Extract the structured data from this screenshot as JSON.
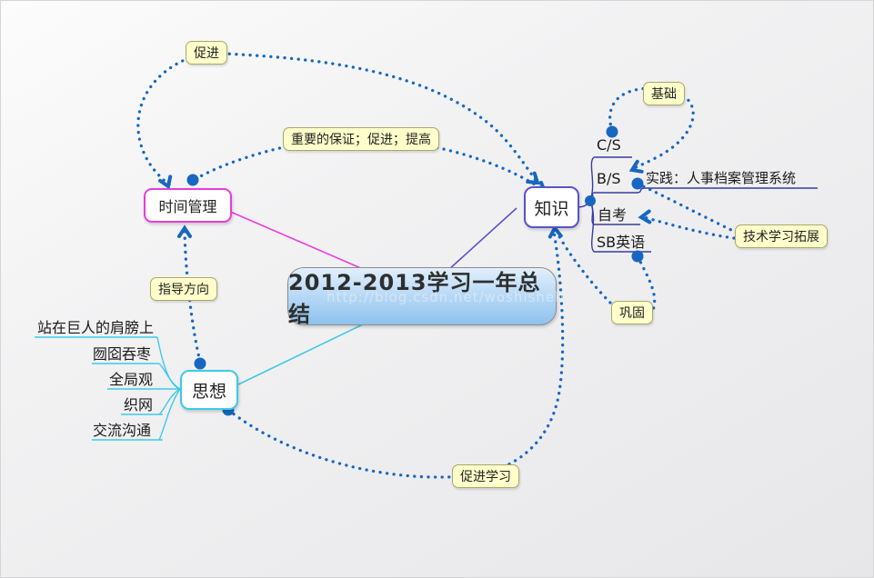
{
  "center": {
    "title": "2012-2013学习一年总结",
    "watermark": "http://blog.csdn.net/woshishehe"
  },
  "nodes": {
    "time_management": {
      "label": "时间管理"
    },
    "knowledge": {
      "label": "知识"
    },
    "thought": {
      "label": "思想"
    }
  },
  "knowledge_children": {
    "items": [
      {
        "label": "C/S"
      },
      {
        "label": "B/S"
      },
      {
        "label": "自考"
      },
      {
        "label": "SB英语"
      }
    ],
    "practice": {
      "label": "实践：人事档案管理系统"
    }
  },
  "thought_children": {
    "items": [
      {
        "label": "站在巨人的肩膀上"
      },
      {
        "label": "囫囵吞枣"
      },
      {
        "label": "全局观"
      },
      {
        "label": "织网"
      },
      {
        "label": "交流沟通"
      }
    ]
  },
  "callouts": {
    "cujin": {
      "label": "促进"
    },
    "baozheng": {
      "label": "重要的保证；促进；提高"
    },
    "zhidao": {
      "label": "指导方向"
    },
    "jichu": {
      "label": "基础"
    },
    "tuozhan": {
      "label": "技术学习拓展"
    },
    "gonggu": {
      "label": "巩固"
    },
    "cujin_xuexi": {
      "label": "促进学习"
    }
  },
  "colors": {
    "dotted_relation": "#1767c0",
    "time_border": "#e93cdb",
    "knowledge_border": "#5a52cc",
    "thought_border": "#3ec9ea",
    "knowledge_branch": "#3a3aa0",
    "callout_bg": "#ffffcb",
    "callout_border": "#a8a868",
    "center_fill_top": "#e0effc",
    "center_fill_bottom": "#8ec2ee"
  }
}
